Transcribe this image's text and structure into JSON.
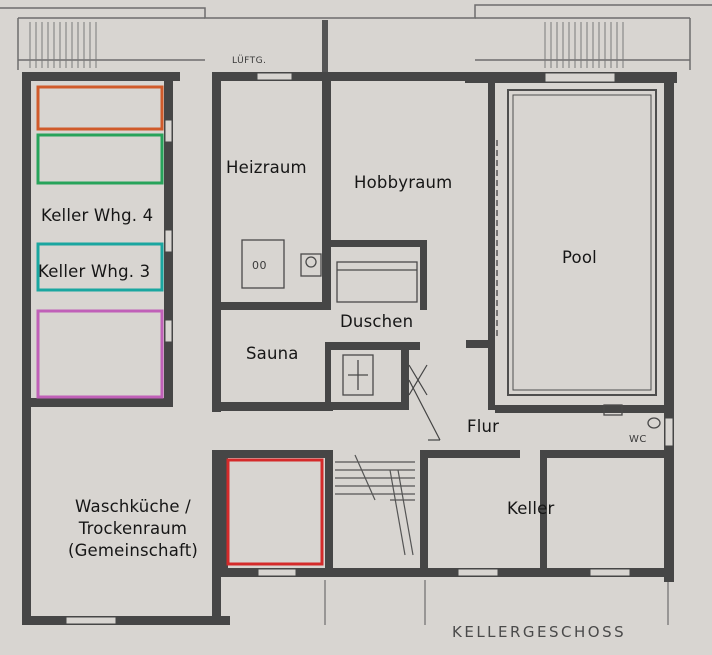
{
  "plan_title": "KELLERGESCHOSS",
  "rooms": {
    "heizraum": "Heizraum",
    "hobbyraum": "Hobbyraum",
    "pool": "Pool",
    "keller_whg4": "Keller Whg. 4",
    "keller_whg3": "Keller Whg. 3",
    "duschen": "Duschen",
    "sauna": "Sauna",
    "flur": "Flur",
    "waschkueche_line1": "Waschküche /",
    "waschkueche_line2": "Trockenraum",
    "waschkueche_line3": "(Gemeinschaft)",
    "keller": "Keller"
  },
  "small_labels": {
    "lueftung": "LÜFTG.",
    "wc": "WC",
    "oven": "00"
  },
  "highlight_colors": {
    "orange": "#d05a2a",
    "green": "#27a35a",
    "teal": "#1aa6a0",
    "magenta": "#c060b8",
    "red": "#d42a2a"
  }
}
